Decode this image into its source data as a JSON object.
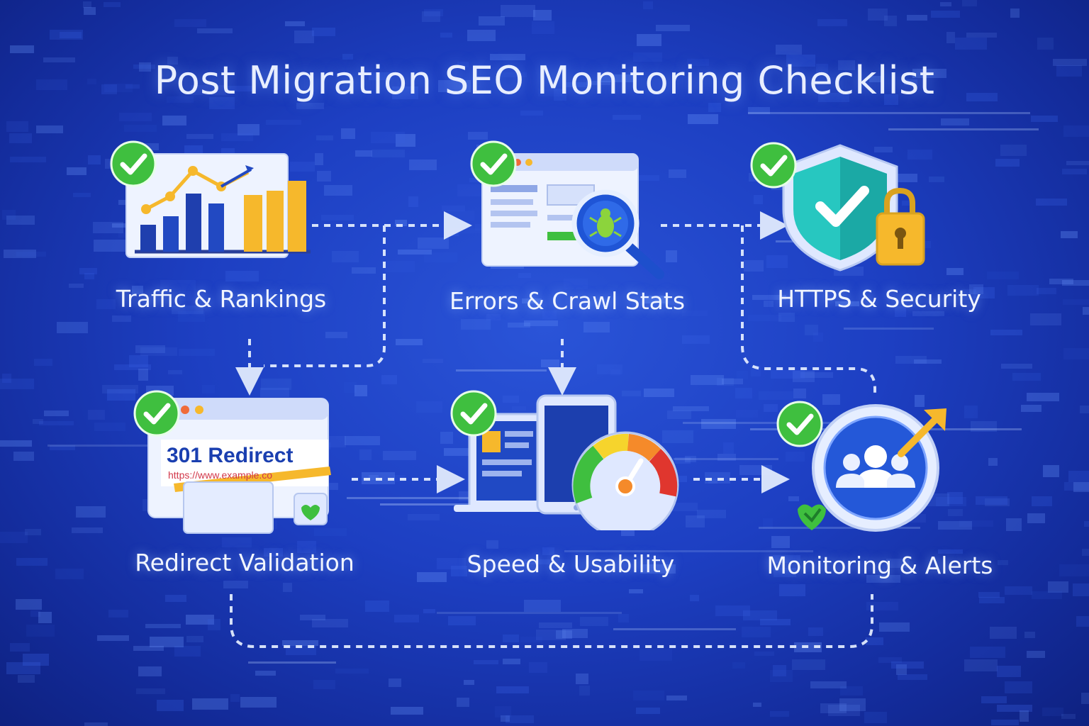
{
  "title": "Post Migration SEO Monitoring Checklist",
  "steps": [
    {
      "label": "Traffic & Rankings",
      "checked": true
    },
    {
      "label": "Errors & Crawl Stats",
      "checked": true
    },
    {
      "label": "HTTPS & Security",
      "checked": true
    },
    {
      "label": "Redirect Validation",
      "checked": true,
      "card_text": "301 Redirect",
      "url_text": "https://www.example.co"
    },
    {
      "label": "Speed & Usability",
      "checked": true
    },
    {
      "label": "Monitoring & Alerts",
      "checked": true
    }
  ],
  "colors": {
    "check": "#3fbf3f",
    "accent": "#f6b82c",
    "shield": "#27c7c0"
  }
}
